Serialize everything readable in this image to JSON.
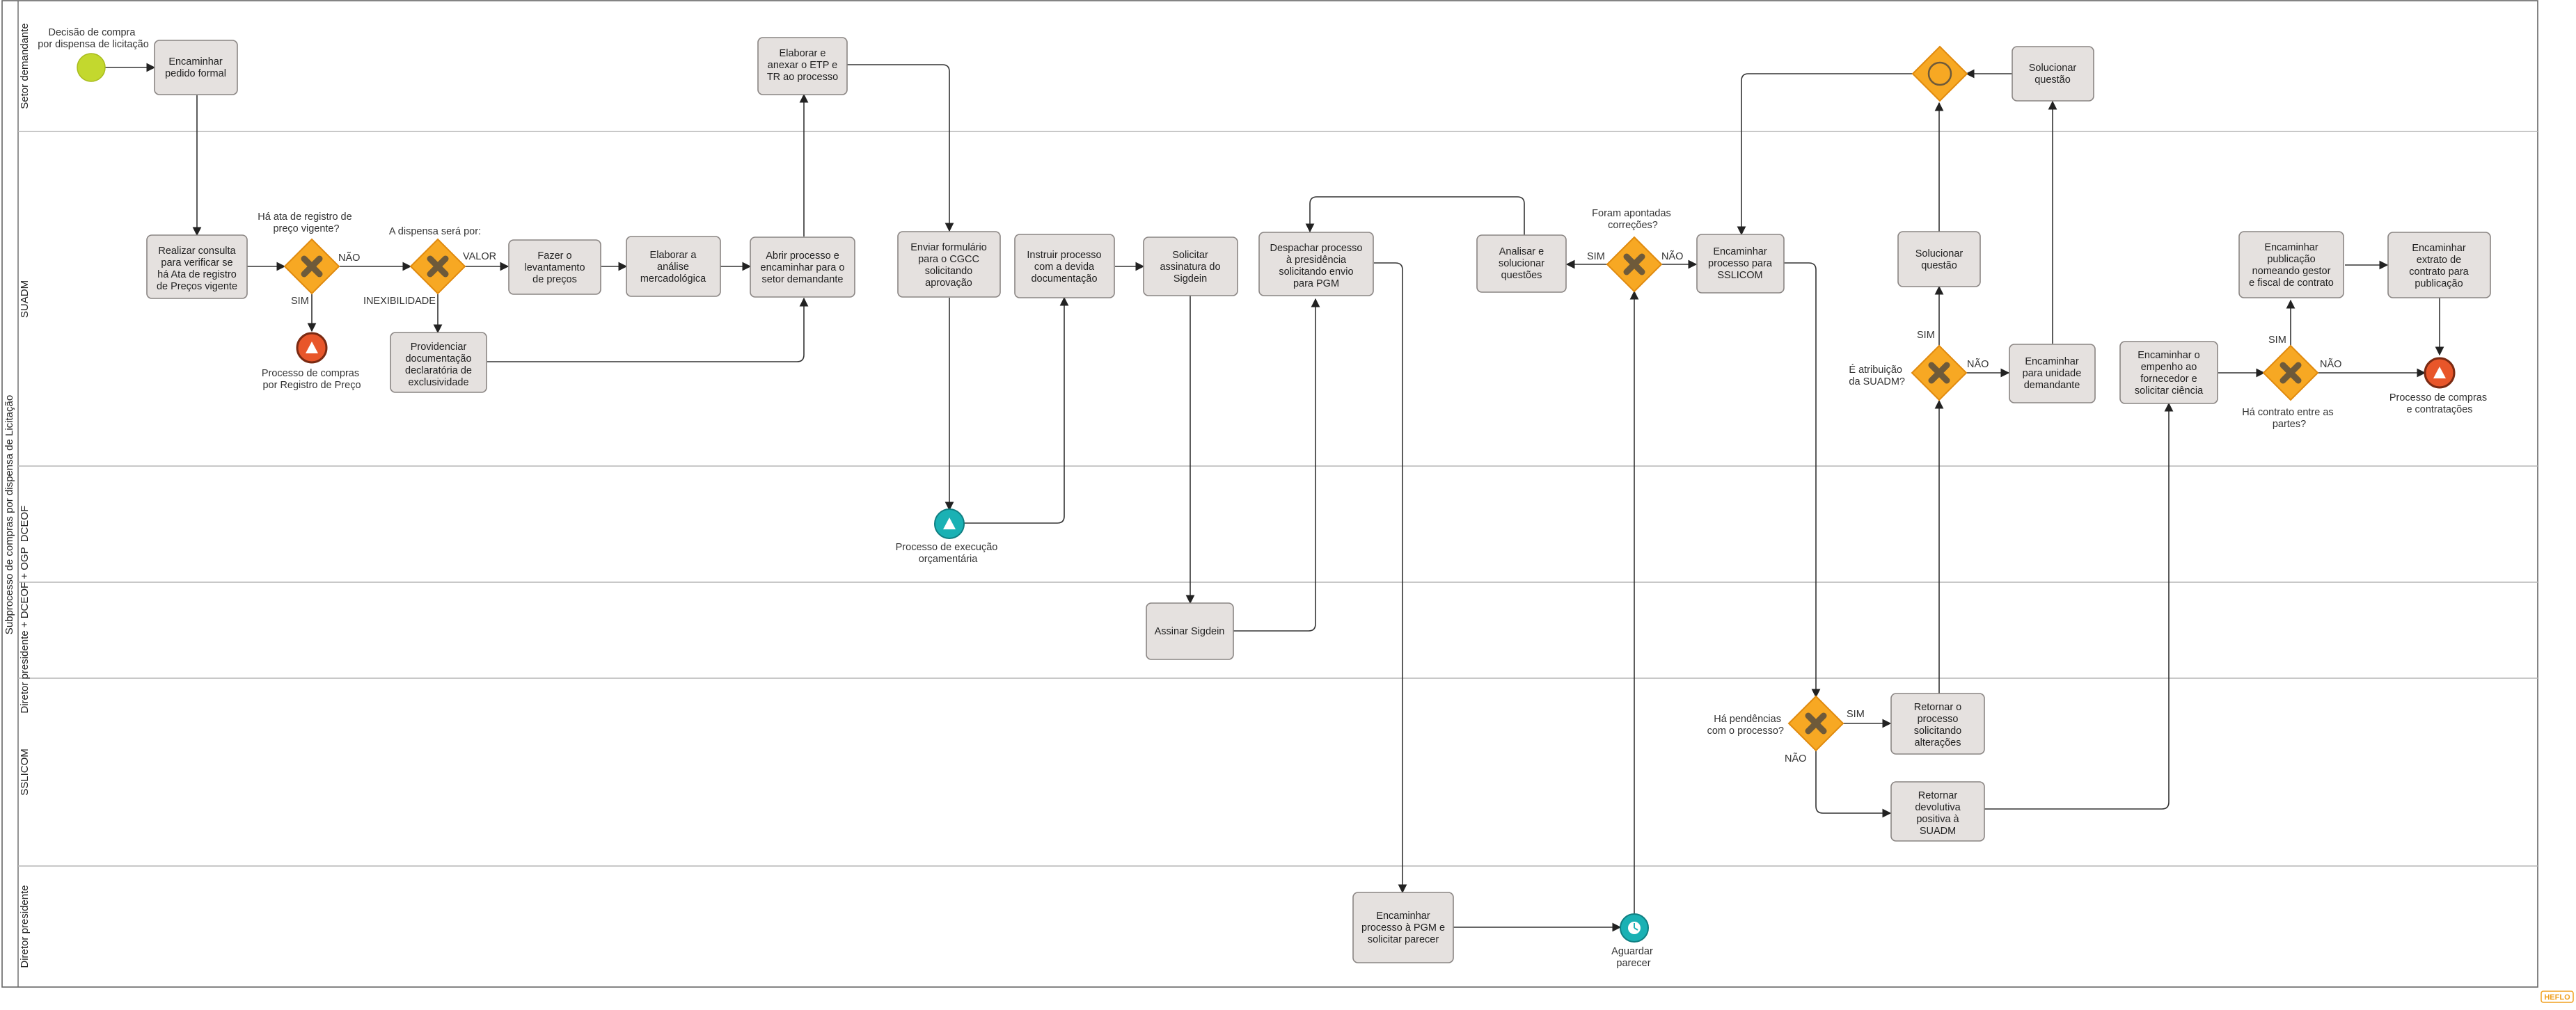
{
  "pool": {
    "label": "Subprocesso de compras por dispensa de Licitação"
  },
  "lanes": [
    {
      "id": "setor",
      "label": "Setor demandante"
    },
    {
      "id": "suadm",
      "label": "SUADM"
    },
    {
      "id": "dceof",
      "label": "DCEOF"
    },
    {
      "id": "diretor_dceof",
      "label": "Diretor presidente + DCEOF + OGP"
    },
    {
      "id": "sslicom",
      "label": "SSLICOM"
    },
    {
      "id": "diretor",
      "label": "Diretor presidente"
    }
  ],
  "tasks": {
    "encaminhar_pedido": {
      "lines": [
        "Encaminhar",
        "pedido formal"
      ]
    },
    "elaborar_etp": {
      "lines": [
        "Elaborar e",
        "anexar o ETP e",
        "TR ao processo"
      ]
    },
    "solucionar_setor": {
      "lines": [
        "Solucionar",
        "questão"
      ]
    },
    "realizar_consulta": {
      "lines": [
        "Realizar consulta",
        "para verificar se",
        "há Ata de registro",
        "de Preços vigente"
      ]
    },
    "fazer_levantamento": {
      "lines": [
        "Fazer o",
        "levantamento",
        "de preços"
      ]
    },
    "elaborar_analise": {
      "lines": [
        "Elaborar a",
        "análise",
        "mercadológica"
      ]
    },
    "abrir_processo": {
      "lines": [
        "Abrir processo e",
        "encaminhar para o",
        "setor demandante"
      ]
    },
    "providenciar_doc": {
      "lines": [
        "Providenciar",
        "documentação",
        "declaratória de",
        "exclusividade"
      ]
    },
    "enviar_formulario": {
      "lines": [
        "Enviar formulário",
        "para o CGCC",
        "solicitando",
        "aprovação"
      ]
    },
    "instruir_processo": {
      "lines": [
        "Instruir processo",
        "com a devida",
        "documentação"
      ]
    },
    "solicitar_assinatura": {
      "lines": [
        "Solicitar",
        "assinatura do",
        "Sigdein"
      ]
    },
    "despachar_processo": {
      "lines": [
        "Despachar processo",
        "à presidência",
        "solicitando envio",
        "para PGM"
      ]
    },
    "analisar_solucionar": {
      "lines": [
        "Analisar e",
        "solucionar",
        "questões"
      ]
    },
    "encaminhar_sslicom": {
      "lines": [
        "Encaminhar",
        "processo para",
        "SSLICOM"
      ]
    },
    "solucionar_suadm": {
      "lines": [
        "Solucionar",
        "questão"
      ]
    },
    "encaminhar_unidade": {
      "lines": [
        "Encaminhar",
        "para unidade",
        "demandante"
      ]
    },
    "encaminhar_empenho": {
      "lines": [
        "Encaminhar o",
        "empenho ao",
        "fornecedor e",
        "solicitar ciência"
      ]
    },
    "encaminhar_publicacao": {
      "lines": [
        "Encaminhar",
        "publicação",
        "nomeando gestor",
        "e fiscal de contrato"
      ]
    },
    "encaminhar_extrato": {
      "lines": [
        "Encaminhar",
        "extrato de",
        "contrato para",
        "publicação"
      ]
    },
    "assinar_sigdein": {
      "lines": [
        "Assinar Sigdein"
      ]
    },
    "retornar_alteracoes": {
      "lines": [
        "Retornar o",
        "processo",
        "solicitando",
        "alterações"
      ]
    },
    "retornar_devolutiva": {
      "lines": [
        "Retornar",
        "devolutiva",
        "positiva  à",
        "SUADM"
      ]
    },
    "encaminhar_pgm": {
      "lines": [
        "Encaminhar",
        "processo à PGM e",
        "solicitar parecer"
      ]
    }
  },
  "events": {
    "start": {
      "lines": [
        "Decisão de compra",
        "por dispensa de licitação"
      ]
    },
    "end_ata": {
      "lines": [
        "Processo de compras",
        "por Registro de Preço"
      ]
    },
    "sub_execucao": {
      "lines": [
        "Processo de execução",
        "orçamentária"
      ]
    },
    "end_contratacoes": {
      "lines": [
        "Processo de compras",
        "e contratações"
      ]
    },
    "timer_parecer": {
      "lines": [
        "Aguardar",
        "parecer"
      ]
    }
  },
  "gateways": {
    "gw_ata": {
      "lines": [
        "Há ata de registro de",
        "preço vigente?"
      ]
    },
    "gw_dispensa": {
      "lines": [
        "A dispensa será por:"
      ]
    },
    "gw_correcoes": {
      "lines": [
        "Foram apontadas",
        "correções?"
      ]
    },
    "gw_atribuicao": {
      "lines": [
        "É atribuição",
        "da SUADM?"
      ]
    },
    "gw_pendencias": {
      "lines": [
        "Há pendências",
        "com o processo?"
      ]
    },
    "gw_contrato": {
      "lines": [
        "Há contrato entre as",
        "partes?"
      ]
    }
  },
  "flow_labels": {
    "ata_nao": "NÃO",
    "ata_sim": "SIM",
    "dispensa_valor": "VALOR",
    "dispensa_inex": "INEXIBILIDADE",
    "correcoes_sim": "SIM",
    "correcoes_nao": "NÃO",
    "atribuicao_sim": "SIM",
    "atribuicao_nao": "NÃO",
    "pendencias_sim": "SIM",
    "pendencias_nao": "NÃO",
    "contrato_sim": "SIM",
    "contrato_nao": "NÃO"
  },
  "logo": "HEFLO",
  "colors": {
    "task_fill": "#e5e1df",
    "gateway": "#f7a823",
    "start_event": "#c3d82e",
    "end_event": "#e8562a",
    "intermediate_event": "#1ab1b4"
  }
}
